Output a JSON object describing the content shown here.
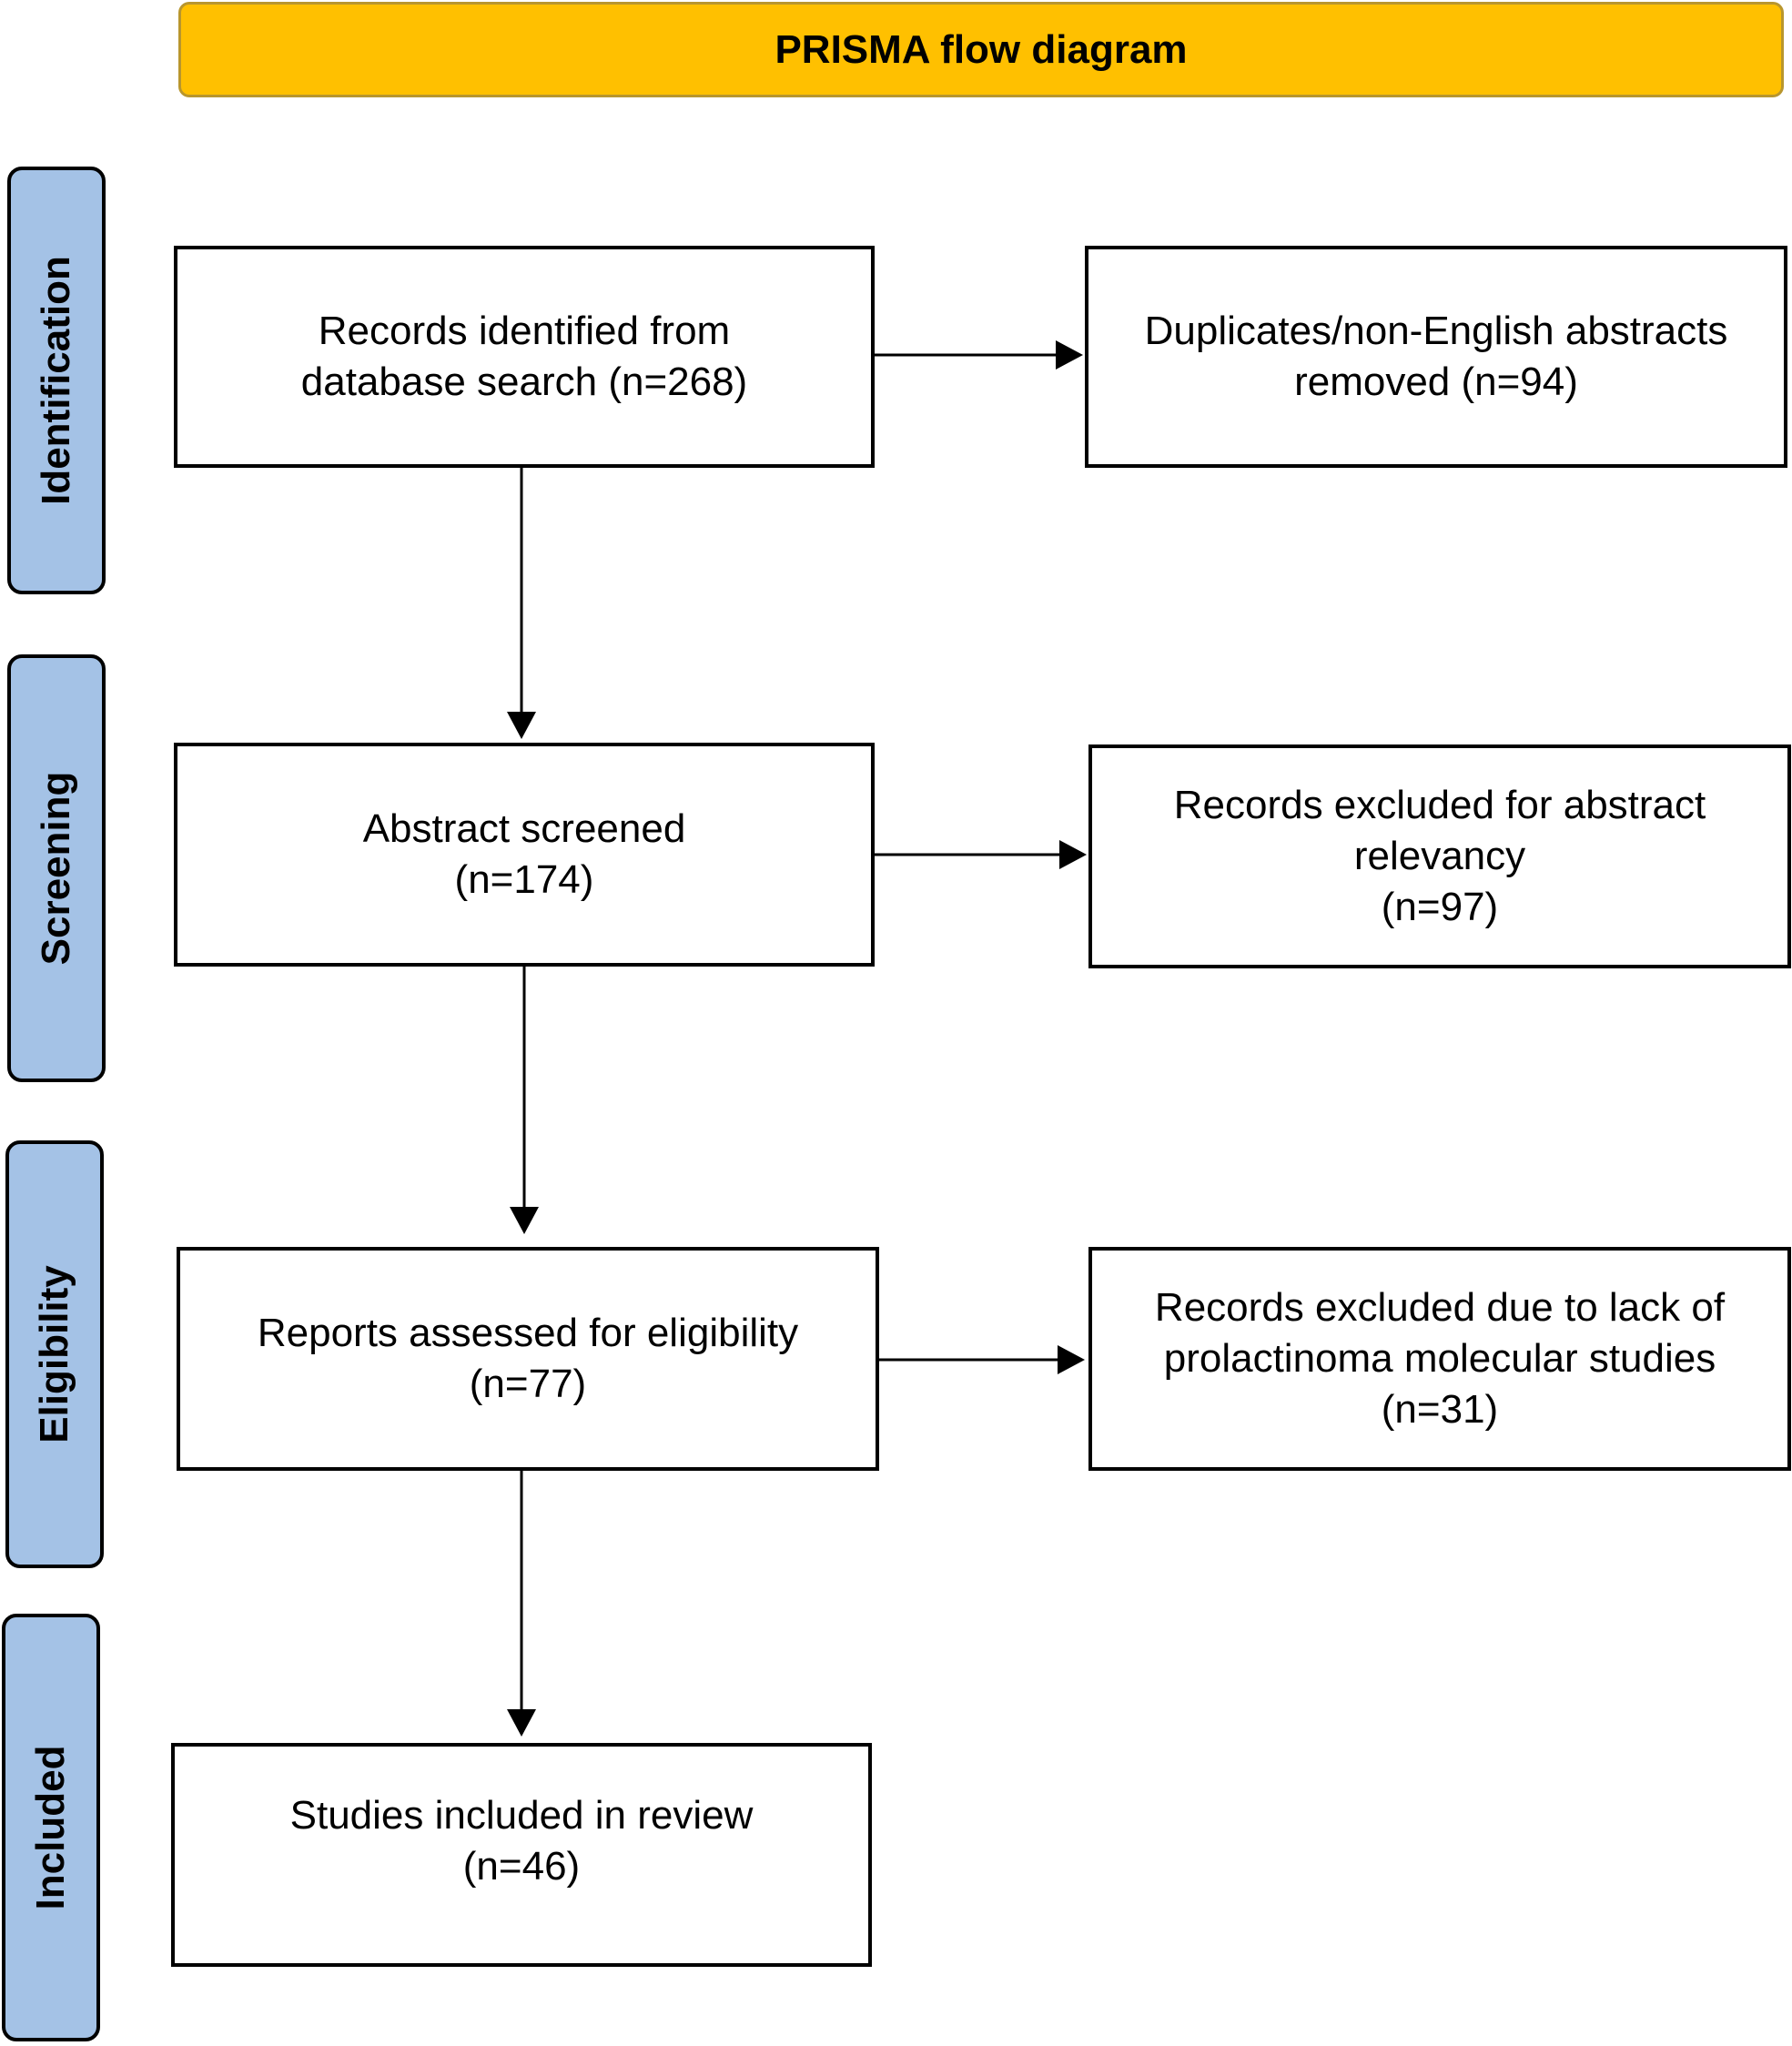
{
  "title": "PRISMA flow diagram",
  "colors": {
    "title_fill": "#ffc000",
    "stage_fill": "#a4c2e6",
    "box_border": "#000000"
  },
  "stages": {
    "identification": "Identification",
    "screening": "Screening",
    "eligibility": "Eligibility",
    "included": "Included"
  },
  "boxes": {
    "records_identified": {
      "line1": "Records identified from",
      "line2": "database search (n=268)"
    },
    "duplicates_removed": {
      "line1": "Duplicates/non-English abstracts",
      "line2": "removed (n=94)"
    },
    "abstract_screened": {
      "line1": "Abstract screened",
      "line2": "(n=174)"
    },
    "excluded_relevancy": {
      "line1": "Records excluded for abstract",
      "line2": "relevancy",
      "line3": "(n=97)"
    },
    "reports_assessed": {
      "line1": "Reports assessed for eligibility",
      "line2": "(n=77)"
    },
    "excluded_molecular": {
      "line1": "Records excluded due to lack of",
      "line2": "prolactinoma molecular studies",
      "line3": "(n=31)"
    },
    "studies_included": {
      "line1": "Studies included in review",
      "line2": "(n=46)"
    }
  }
}
